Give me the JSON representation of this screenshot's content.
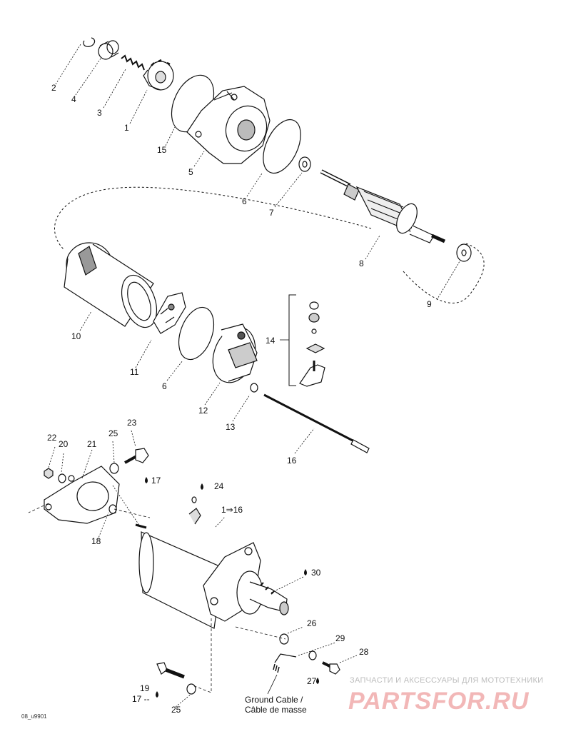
{
  "labels": {
    "l1": "1",
    "l2": "2",
    "l3": "3",
    "l4": "4",
    "l5": "5",
    "l6a": "6",
    "l6b": "6",
    "l7": "7",
    "l8": "8",
    "l9": "9",
    "l10": "10",
    "l11": "11",
    "l12": "12",
    "l13": "13",
    "l14": "14",
    "l15": "15",
    "l16": "16",
    "l17a": "17",
    "l17b": "17 --",
    "l18": "18",
    "l19": "19",
    "l20": "20",
    "l21": "21",
    "l22": "22",
    "l23": "23",
    "l24": "24",
    "l25a": "25",
    "l25b": "25",
    "l26": "26",
    "l27": "27",
    "l28": "28",
    "l29": "29",
    "l30": "30",
    "l1to16": "1⇒16"
  },
  "ground_cable": {
    "line1": "Ground Cable /",
    "line2": "Câble de masse"
  },
  "drawing_code": "08_u9901",
  "watermark": {
    "tagline": "ЗАПЧАСТИ И АКСЕССУАРЫ ДЛЯ МОТОТЕХНИКИ",
    "brand": "PARTSFOR.RU"
  }
}
